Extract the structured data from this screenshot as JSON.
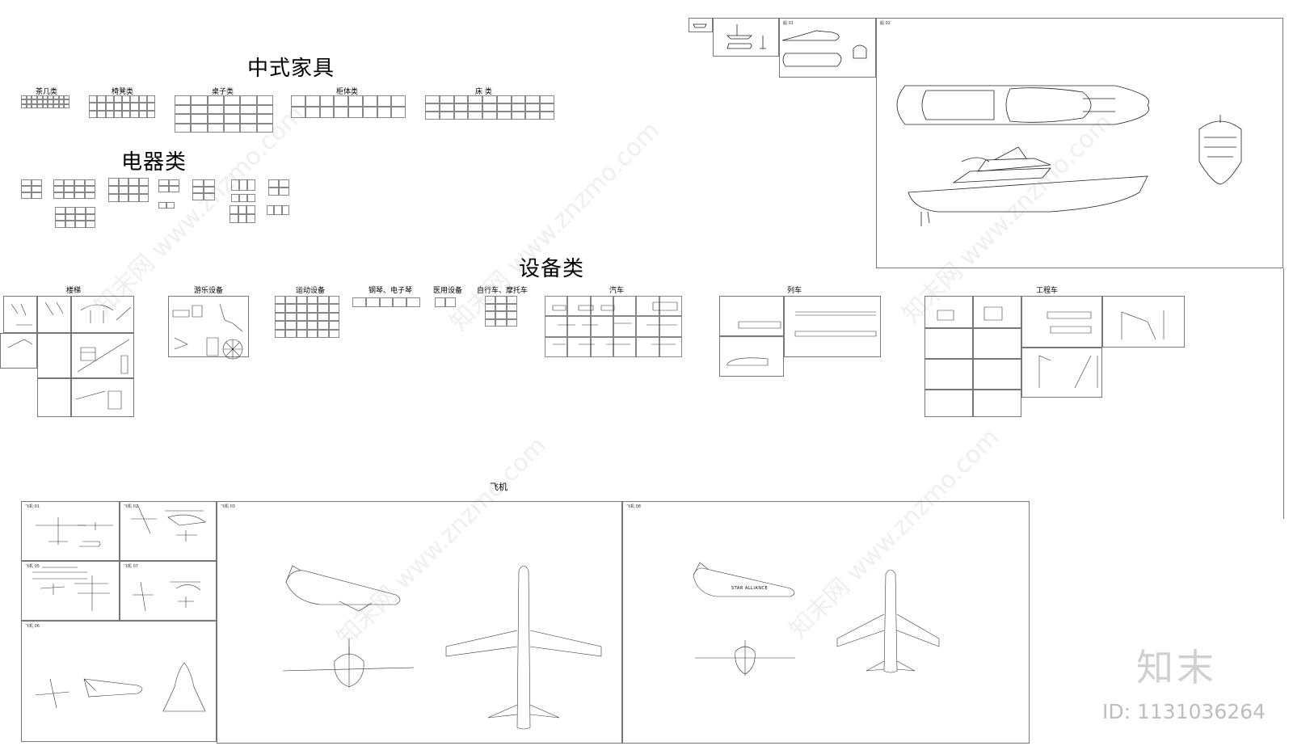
{
  "headings": {
    "furniture": "中式家具",
    "appliances": "电器类",
    "equipment": "设备类",
    "aircraft": "飞机"
  },
  "furniture": {
    "tea_table": "茶几类",
    "chairs": "椅凳类",
    "tables": "桌子类",
    "cabinets": "柜体类",
    "beds": "床 类"
  },
  "equipment": {
    "stairs": "楼梯",
    "amusement": "游乐设备",
    "sports": "运动设备",
    "piano": "钢琴、电子琴",
    "medical": "医用设备",
    "bikes": "自行车、摩托车",
    "cars": "汽车",
    "trains": "列车",
    "engineering": "工程车"
  },
  "ships": {
    "ship_01": "船 01",
    "ship_02": "船 02"
  },
  "aircraft": {
    "p01": "飞机 01",
    "p02": "飞机 02",
    "p03": "飞机 03",
    "p04": "飞机 05",
    "p05": "飞机 07",
    "p06": "飞机 06",
    "p07": "飞机 08",
    "airliner_livery": "STAR ALLIANCE"
  },
  "brand": {
    "logo": "知末",
    "id": "ID: 1131036264",
    "watermark": "知末网 www.znzmo.com"
  }
}
